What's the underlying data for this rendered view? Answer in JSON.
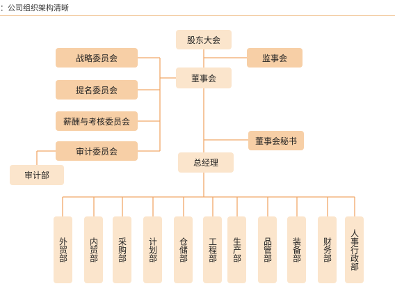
{
  "title": "：公司组织架构清晰",
  "chart": {
    "shareholders": "股东大会",
    "supervisors": "监事会",
    "board": "董事会",
    "secretary": "董事会秘书",
    "gm": "总经理",
    "audit_dept": "审计部",
    "committees": [
      "战略委员会",
      "提名委员会",
      "薪酬与考核委员会",
      "审计委员会"
    ],
    "departments": [
      "外贸部",
      "内贸部",
      "采购部",
      "计划部",
      "仓储部",
      "工程部",
      "生产部",
      "品管部",
      "装备部",
      "财务部",
      "人事行政部"
    ]
  },
  "colors": {
    "line": "#f0a868",
    "box_dark": "#f7cfa6",
    "box_light": "#fbe5cc",
    "rule": "#f2c89b"
  }
}
